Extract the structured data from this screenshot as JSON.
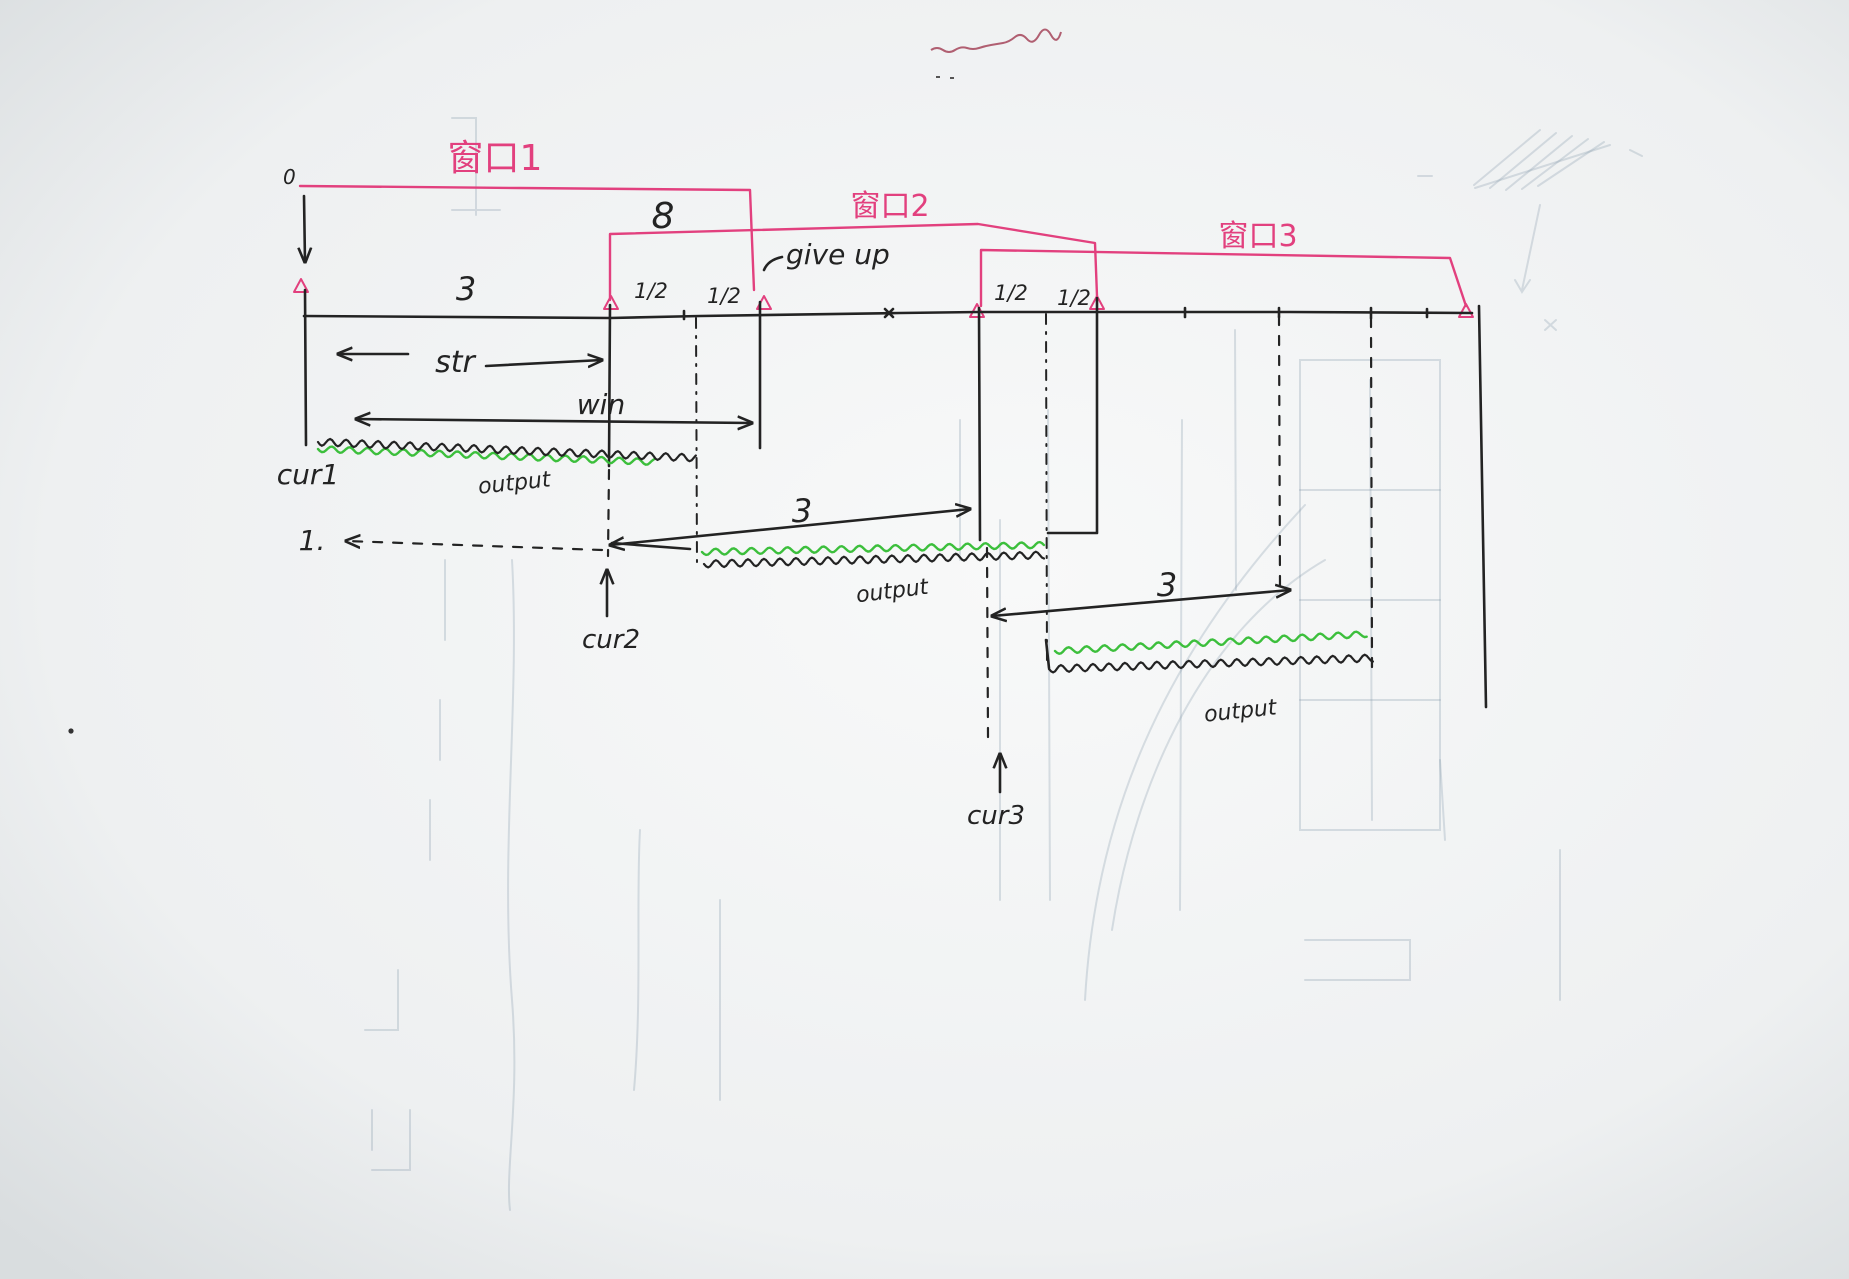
{
  "diagram": {
    "origin_label": "0",
    "windows": [
      {
        "label": "窗口1"
      },
      {
        "label": "窗口2"
      },
      {
        "label": "窗口3"
      }
    ],
    "window_length_label": "8",
    "give_up_label": "give up",
    "gap_label_top": "3",
    "half_labels": [
      "1/2",
      "1/2",
      "1/2",
      "1/2"
    ],
    "str_label": "str",
    "win_label": "win",
    "step_label": "1.",
    "cursors": [
      "cur1",
      "cur2",
      "cur3"
    ],
    "outputs": [
      "output",
      "output",
      "output"
    ],
    "gap_labels": [
      "3",
      "3"
    ]
  },
  "colors": {
    "ink": "#232323",
    "window": "#e2407e",
    "output": "#3cbf3c",
    "paper": "#f2f4f4",
    "bleed": "#8096a8"
  }
}
